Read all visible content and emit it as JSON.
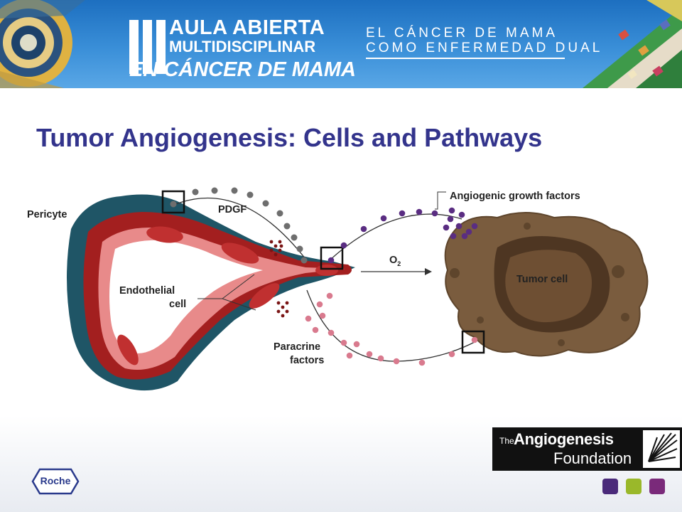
{
  "header": {
    "aula_line1": "AULA ABIERTA",
    "aula_line2": "MULTIDISCIPLINAR",
    "aula_line3": "EN CÁNCER DE MAMA",
    "dual_line1": "EL CÁNCER DE MAMA",
    "dual_line2": "COMO ENFERMEDAD DUAL"
  },
  "slide": {
    "title": "Tumor Angiogenesis: Cells and Pathways"
  },
  "diagram": {
    "labels": {
      "pericyte": "Pericyte",
      "pdgf": "PDGF",
      "endothelial_line1": "Endothelial",
      "endothelial_line2": "cell",
      "o2": "O",
      "o2_sub": "2",
      "angiogenic": "Angiogenic growth factors",
      "tumor": "Tumor cell",
      "paracrine_line1": "Paracrine",
      "paracrine_line2": "factors"
    },
    "colors": {
      "pdgf_dots": "#6e6e6e",
      "angiogenic_dots": "#5a2d82",
      "paracrine_dots": "#d97a8e",
      "vessel": "#a31f1f",
      "pericyte": "#1f5566",
      "tumor": "#7a5c3e"
    }
  },
  "footer": {
    "roche": "Roche",
    "foundation_the": "The",
    "foundation_name": "Angiogenesis",
    "foundation_sub": "Foundation",
    "squares": [
      "#4a2a7a",
      "#9ab82a",
      "#7a2a7a"
    ]
  }
}
